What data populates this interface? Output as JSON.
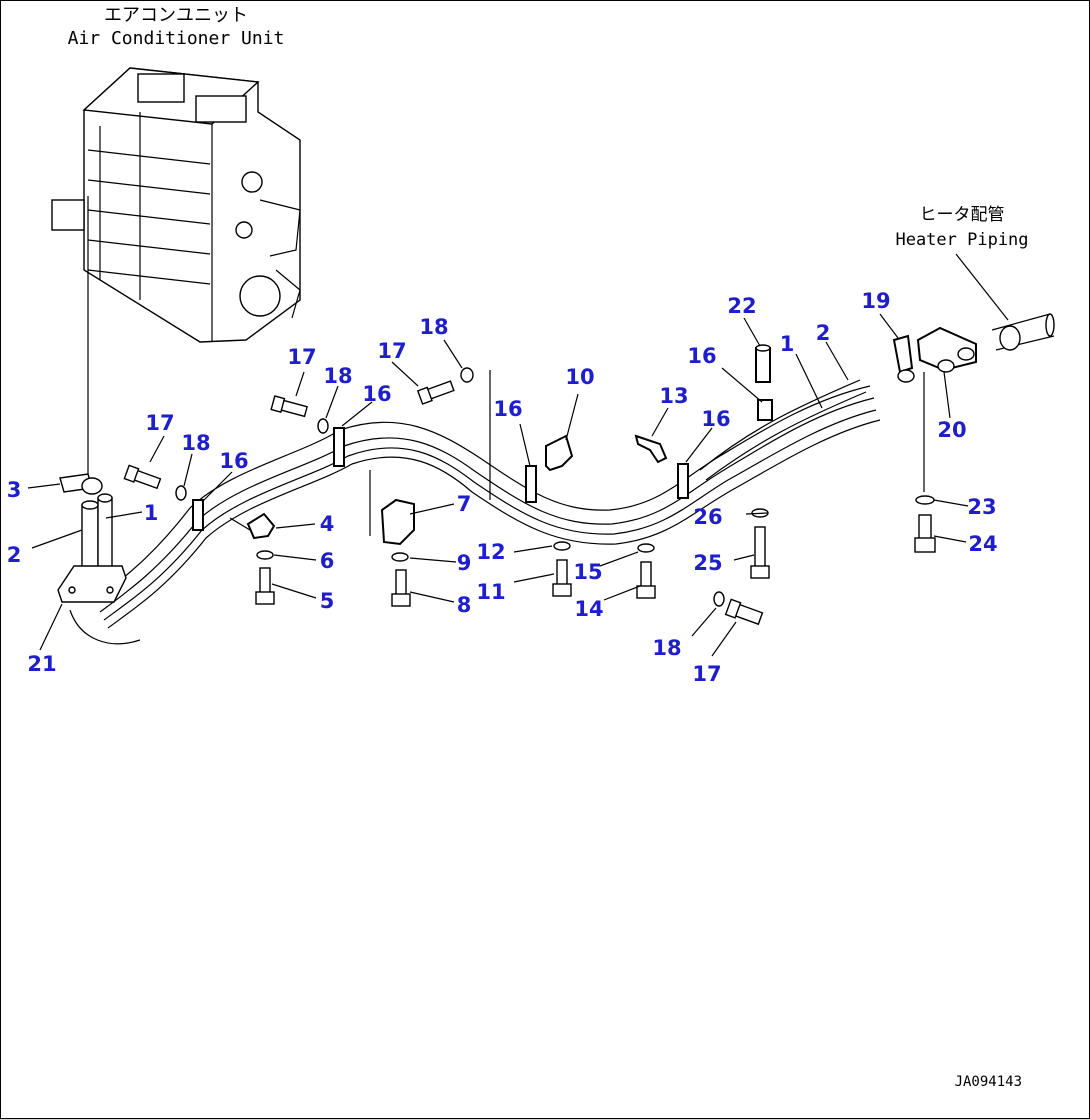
{
  "title": {
    "unit_jp": "エアコンユニット",
    "unit_en": "Air Conditioner Unit",
    "heater_jp": "ヒータ配管",
    "heater_en": "Heater Piping"
  },
  "drawing_code": "JA094143",
  "callouts": [
    "1",
    "2",
    "3",
    "16",
    "17",
    "18",
    "4",
    "5",
    "6",
    "7",
    "8",
    "9",
    "10",
    "11",
    "12",
    "13",
    "14",
    "15",
    "19",
    "20",
    "21",
    "22",
    "23",
    "24",
    "25",
    "26"
  ],
  "colors": {
    "callout": "#1e1ecd",
    "line": "#000000"
  }
}
